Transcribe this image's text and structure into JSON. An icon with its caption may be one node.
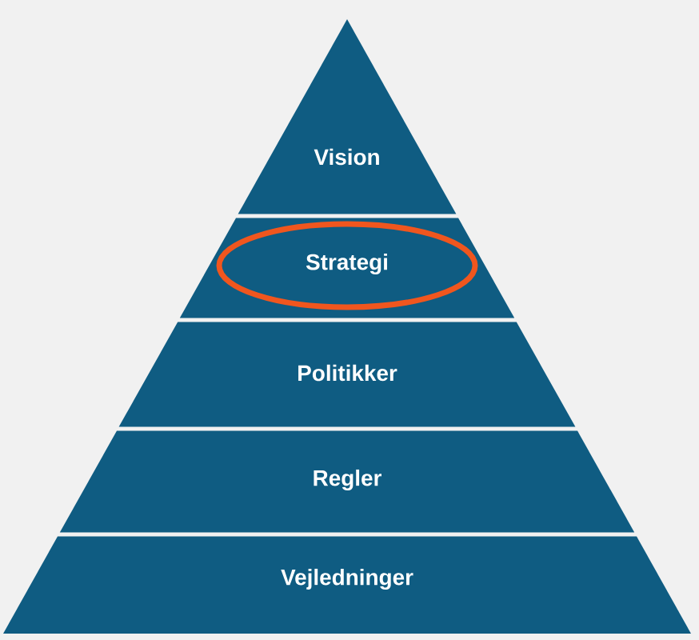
{
  "diagram": {
    "nodes": [
      {
        "text": [
          "Vision"
        ]
      },
      {
        "text": [
          "Strategi"
        ]
      },
      {
        "text": [
          "Politikker"
        ]
      },
      {
        "text": [
          "Regler"
        ]
      },
      {
        "text": [
          "Vejledninger"
        ]
      }
    ]
  }
}
